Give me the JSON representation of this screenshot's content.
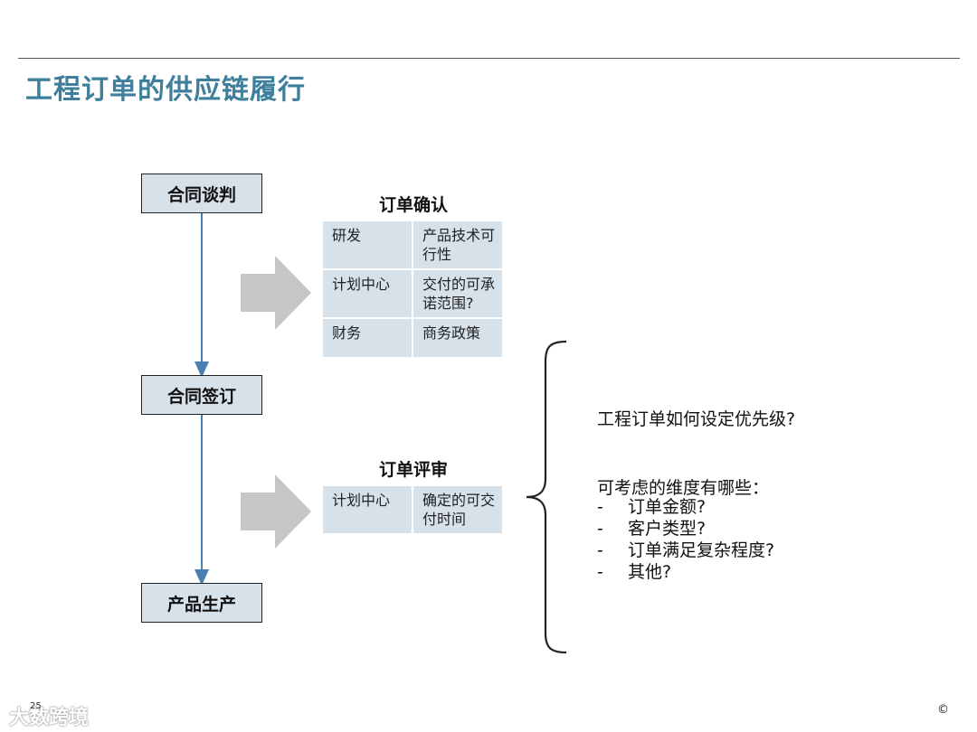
{
  "title": "工程订单的供应链履行",
  "stages": [
    "合同谈判",
    "合同签订",
    "产品生产"
  ],
  "order_confirmation": {
    "title": "订单确认",
    "rows": [
      [
        "研发",
        "产品技术可行性"
      ],
      [
        "计划中心",
        "交付的可承诺范围?"
      ],
      [
        "财务",
        "商务政策"
      ]
    ]
  },
  "order_review": {
    "title": "订单评审",
    "rows": [
      [
        "计划中心",
        "确定的可交付时间"
      ]
    ]
  },
  "question": "工程订单如何设定优先级?",
  "dimensions": {
    "heading": "可考虑的维度有哪些：",
    "items": [
      "订单金额?",
      "客户类型?",
      "订单满足复杂程度?",
      "其他?"
    ]
  },
  "footer": {
    "page_number": "25",
    "watermark": "大数跨境",
    "copyright": "©"
  },
  "colors": {
    "title": "#3f7f9b",
    "box_fill": "#d7e1ea",
    "connector": "#4a7fb0",
    "arrow": "#c6c6c6"
  }
}
